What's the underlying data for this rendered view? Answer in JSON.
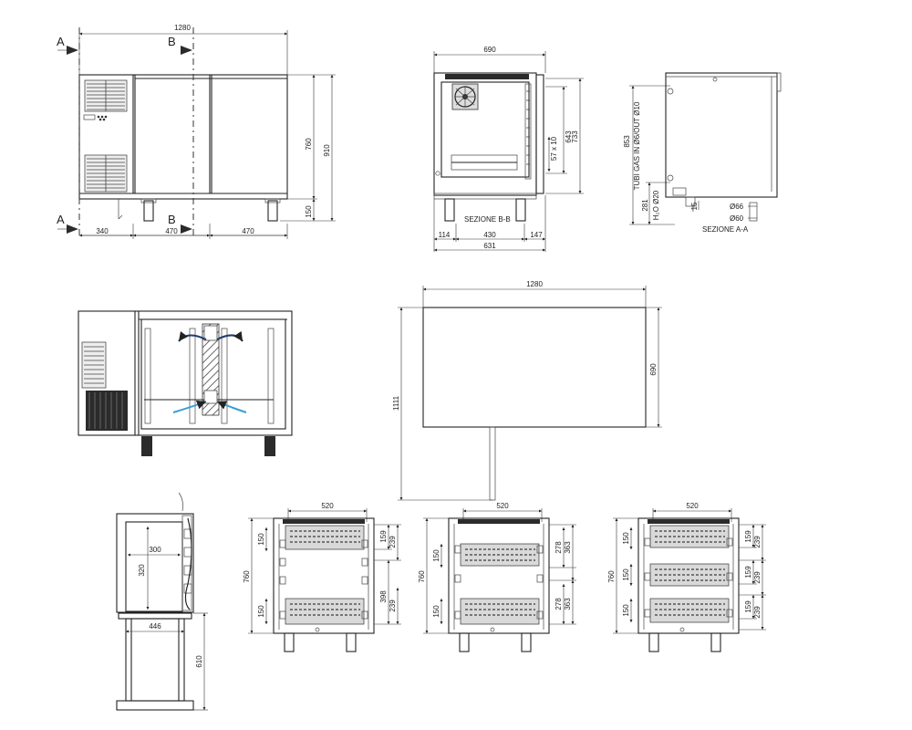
{
  "section_marks": {
    "a": "A",
    "b": "B"
  },
  "front_view": {
    "width_total": "1280",
    "height_total": "910",
    "height_body": "760",
    "height_legs": "150",
    "seg_1": "340",
    "seg_2": "470",
    "seg_3": "470"
  },
  "section_bb": {
    "title": "SEZIONE B-B",
    "width_top": "690",
    "slot": "57 x 10",
    "h_inner": "643",
    "h_outer": "733",
    "w_left": "114",
    "w_mid": "430",
    "w_right": "147",
    "w_total": "631"
  },
  "section_aa": {
    "title": "SEZIONE A-A",
    "gas_label": "TUBI GAS IN Ø6/OUT Ø10",
    "height": "853",
    "water_label": "H₂O Ø20",
    "h_water": "281",
    "h_small": "15",
    "d_outer": "Ø66",
    "d_inner": "Ø60"
  },
  "top_view": {
    "width": "1280",
    "depth": "690",
    "length": "1111"
  },
  "detail_view": {
    "w_inner": "300",
    "h_inner": "320",
    "w_base": "446",
    "h_base": "610"
  },
  "config_1": {
    "w": "520",
    "h": "760",
    "a1": "150",
    "a2": "150",
    "b1": "159",
    "b2": "239",
    "b3": "398",
    "b4": "239"
  },
  "config_2": {
    "w": "520",
    "h": "760",
    "a1": "150",
    "a2": "150",
    "b1": "278",
    "b2": "363",
    "b3": "278",
    "b4": "363"
  },
  "config_3": {
    "w": "520",
    "h": "760",
    "a1": "150",
    "a2": "150",
    "a3": "150",
    "b1": "159",
    "b2": "239",
    "b3": "159",
    "b4": "239",
    "b5": "159",
    "b6": "239"
  }
}
